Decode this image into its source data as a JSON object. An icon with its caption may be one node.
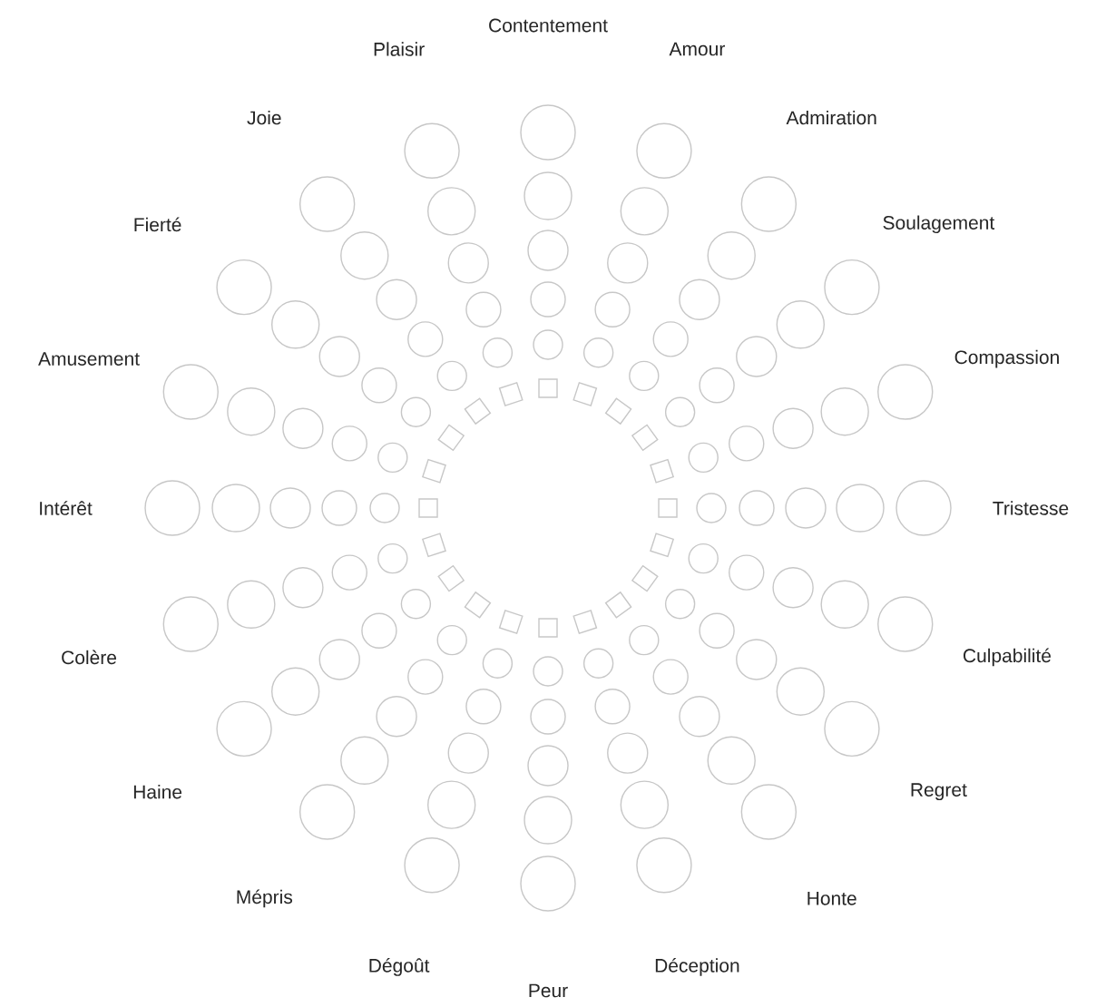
{
  "diagram": {
    "labels": [
      "Contentement",
      "Amour",
      "Admiration",
      "Soulagement",
      "Compassion",
      "Tristesse",
      "Culpabilité",
      "Regret",
      "Honte",
      "Déception",
      "Peur",
      "Dégoût",
      "Mépris",
      "Haine",
      "Colère",
      "Intérêt",
      "Amusement",
      "Fierté",
      "Joie",
      "Plaisir"
    ]
  }
}
